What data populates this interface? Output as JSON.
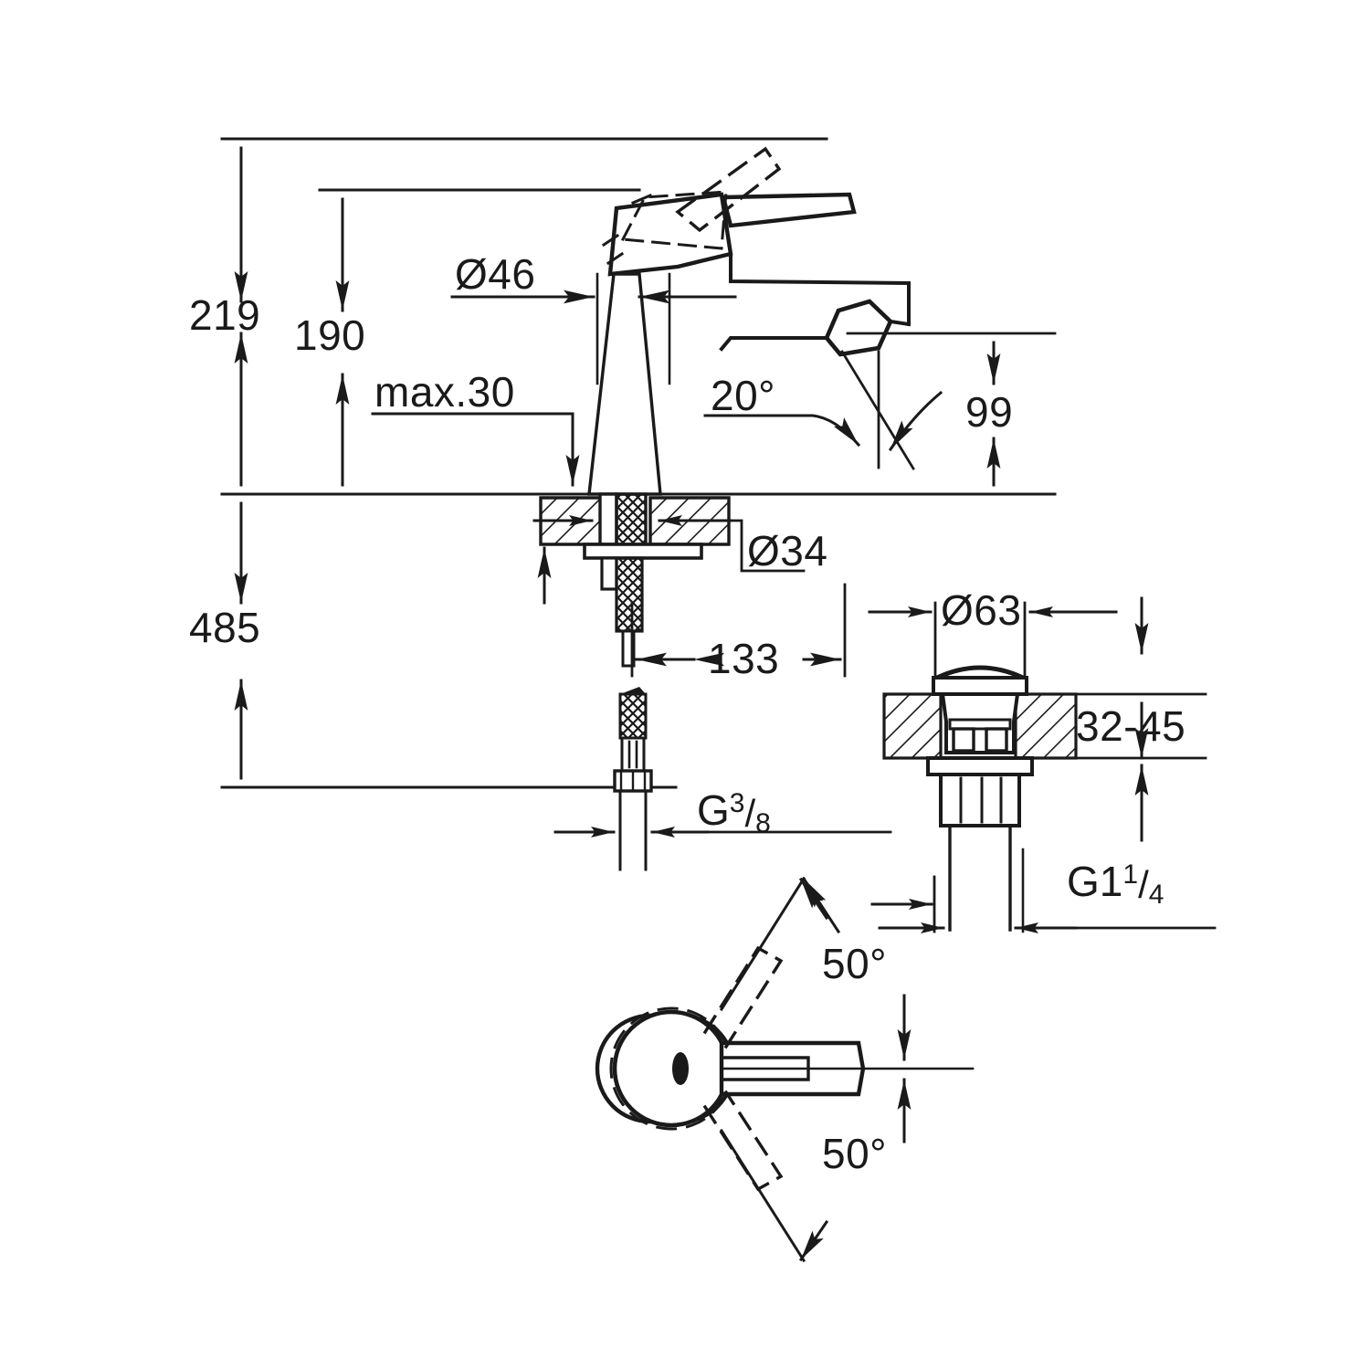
{
  "drawing": {
    "title": "Single-lever basin mixer dimensional drawing",
    "units": "mm",
    "line_color": "#1a1a1a",
    "background": "#ffffff"
  },
  "views": {
    "elevation": {
      "name": "front-elevation-view"
    },
    "drain": {
      "name": "pop-up-waste-detail-view"
    },
    "plan": {
      "name": "top-plan-swivel-view"
    }
  },
  "dimensions": {
    "total_height": "219",
    "spout_height": "190",
    "max_thickness": "max.30",
    "body_diameter": "Ø46",
    "base_diameter": "Ø34",
    "projection": "133",
    "supply_length": "485",
    "spout_clearance": "99",
    "spout_angle": "20°",
    "drain_cap_diameter": "Ø63",
    "basin_thickness": "32-45",
    "swivel_left": "50°",
    "swivel_right": "50°"
  },
  "threads": {
    "supply": {
      "prefix": "G",
      "numerator": "3",
      "slash": "/",
      "denominator": "8"
    },
    "waste": {
      "prefix": "G1",
      "numerator": "1",
      "slash": "/",
      "denominator": "4"
    }
  }
}
